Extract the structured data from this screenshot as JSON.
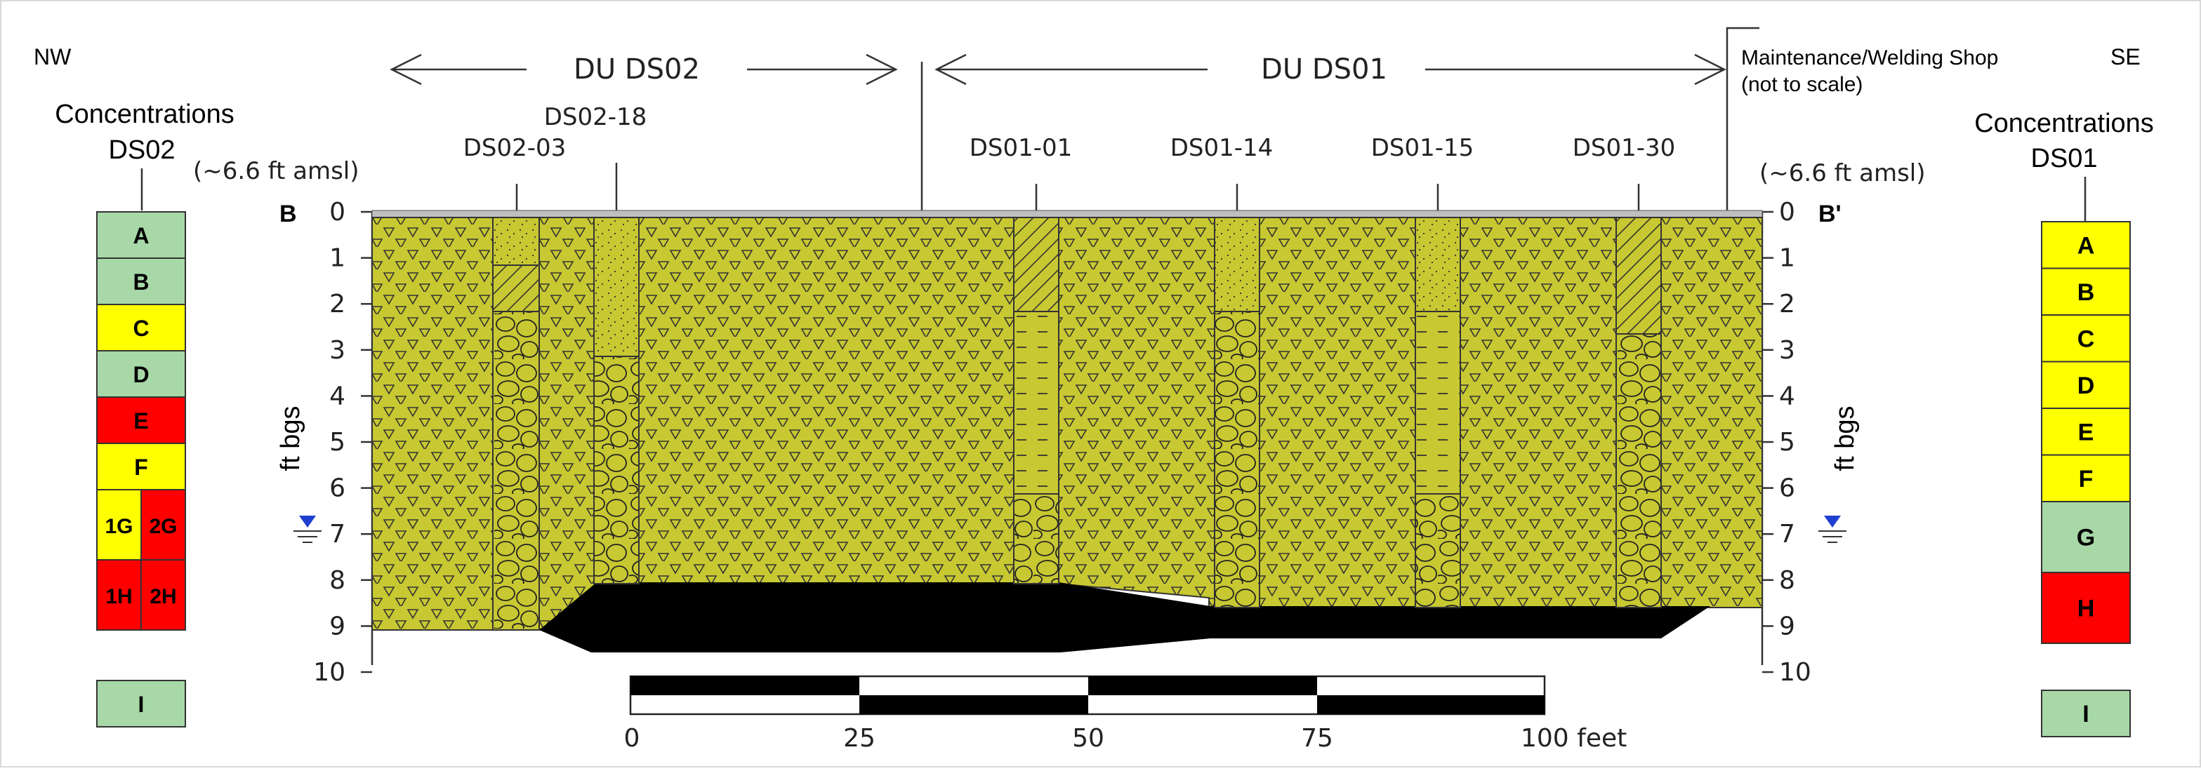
{
  "directions": {
    "left": "NW",
    "right": "SE"
  },
  "elevation_note": "(~6.6 ft amsl)",
  "section_ends": {
    "left": "B",
    "right": "B'"
  },
  "axis": {
    "label": "ft bgs",
    "ticks": [
      "0",
      "1",
      "2",
      "3",
      "4",
      "5",
      "6",
      "7",
      "8",
      "9",
      "10"
    ]
  },
  "decision_units": {
    "ds02": "DU DS02",
    "ds01": "DU DS01"
  },
  "shop_note": {
    "line1": "Maintenance/Welding Shop",
    "line2": "(not to scale)"
  },
  "borings": [
    {
      "id": "DS02-03"
    },
    {
      "id": "DS02-18"
    },
    {
      "id": "DS01-01"
    },
    {
      "id": "DS01-14"
    },
    {
      "id": "DS01-15"
    },
    {
      "id": "DS01-30"
    }
  ],
  "concentrations_left": {
    "title_line1": "Concentrations",
    "title_line2": "DS02",
    "cells": [
      {
        "label": "A",
        "color": "#a8d8a8"
      },
      {
        "label": "B",
        "color": "#a8d8a8"
      },
      {
        "label": "C",
        "color": "#ffff00"
      },
      {
        "label": "D",
        "color": "#a8d8a8"
      },
      {
        "label": "E",
        "color": "#ff0000"
      },
      {
        "label": "F",
        "color": "#ffff00"
      }
    ],
    "split_rows": [
      {
        "left": "1G",
        "left_color": "#ffff00",
        "right": "2G",
        "right_color": "#ff0000"
      },
      {
        "left": "1H",
        "left_color": "#ff0000",
        "right": "2H",
        "right_color": "#ff0000"
      }
    ],
    "extra": {
      "label": "I",
      "color": "#a8d8a8"
    }
  },
  "concentrations_right": {
    "title_line1": "Concentrations",
    "title_line2": "DS01",
    "cells": [
      {
        "label": "A",
        "color": "#ffff00"
      },
      {
        "label": "B",
        "color": "#ffff00"
      },
      {
        "label": "C",
        "color": "#ffff00"
      },
      {
        "label": "D",
        "color": "#ffff00"
      },
      {
        "label": "E",
        "color": "#ffff00"
      },
      {
        "label": "F",
        "color": "#ffff00"
      },
      {
        "label": "G",
        "color": "#a8d8a8"
      },
      {
        "label": "H",
        "color": "#ff0000"
      }
    ],
    "extra": {
      "label": "I",
      "color": "#a8d8a8"
    }
  },
  "scale_bar": {
    "ticks": [
      "0",
      "25",
      "50",
      "75"
    ],
    "end_label": "100 feet"
  },
  "colors": {
    "fill": "#c8c832",
    "bedrock": "#000000",
    "water": "#1f3fd0"
  }
}
